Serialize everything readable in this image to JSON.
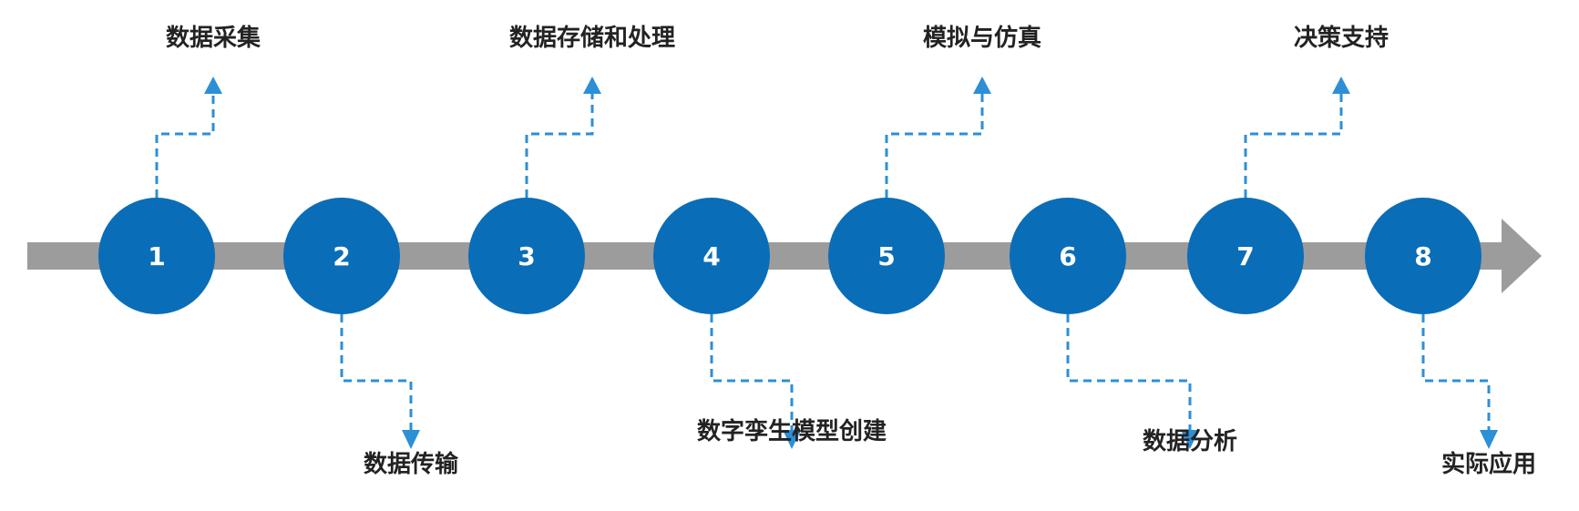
{
  "colors": {
    "track": "#9c9c9c",
    "circle": "#0a6db7",
    "number": "#ffffff",
    "connector": "#2d8fd6",
    "label": "#222222"
  },
  "steps": [
    {
      "number": "1",
      "label": "数据采集",
      "side": "above"
    },
    {
      "number": "2",
      "label": "数据传输",
      "side": "below"
    },
    {
      "number": "3",
      "label": "数据存储和处理",
      "side": "above"
    },
    {
      "number": "4",
      "label": "数字孪生模型创建",
      "side": "below"
    },
    {
      "number": "5",
      "label": "模拟与仿真",
      "side": "above"
    },
    {
      "number": "6",
      "label": "数据分析",
      "side": "below"
    },
    {
      "number": "7",
      "label": "决策支持",
      "side": "above"
    },
    {
      "number": "8",
      "label": "实际应用",
      "side": "below"
    }
  ]
}
